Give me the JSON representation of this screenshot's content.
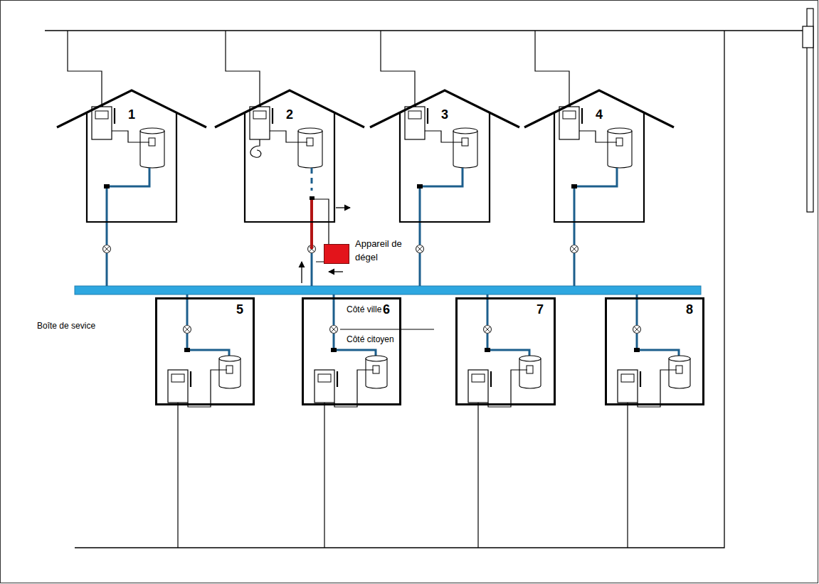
{
  "diagram": {
    "nodes": [
      {
        "text": [
          "1"
        ]
      },
      {
        "text": [
          "2"
        ]
      },
      {
        "text": [
          "3"
        ]
      },
      {
        "text": [
          "4"
        ]
      },
      {
        "text": [
          "5"
        ]
      },
      {
        "text": [
          "6"
        ]
      },
      {
        "text": [
          "7"
        ]
      },
      {
        "text": [
          "8"
        ]
      },
      {
        "text": [
          "Appareil de dégel"
        ]
      }
    ],
    "edges": [
      {
        "from": 1,
        "to": 8,
        "arrow": "none"
      }
    ],
    "labels": [
      "Boîte de sevice",
      "Côté ville",
      "Côté citoyen"
    ]
  }
}
